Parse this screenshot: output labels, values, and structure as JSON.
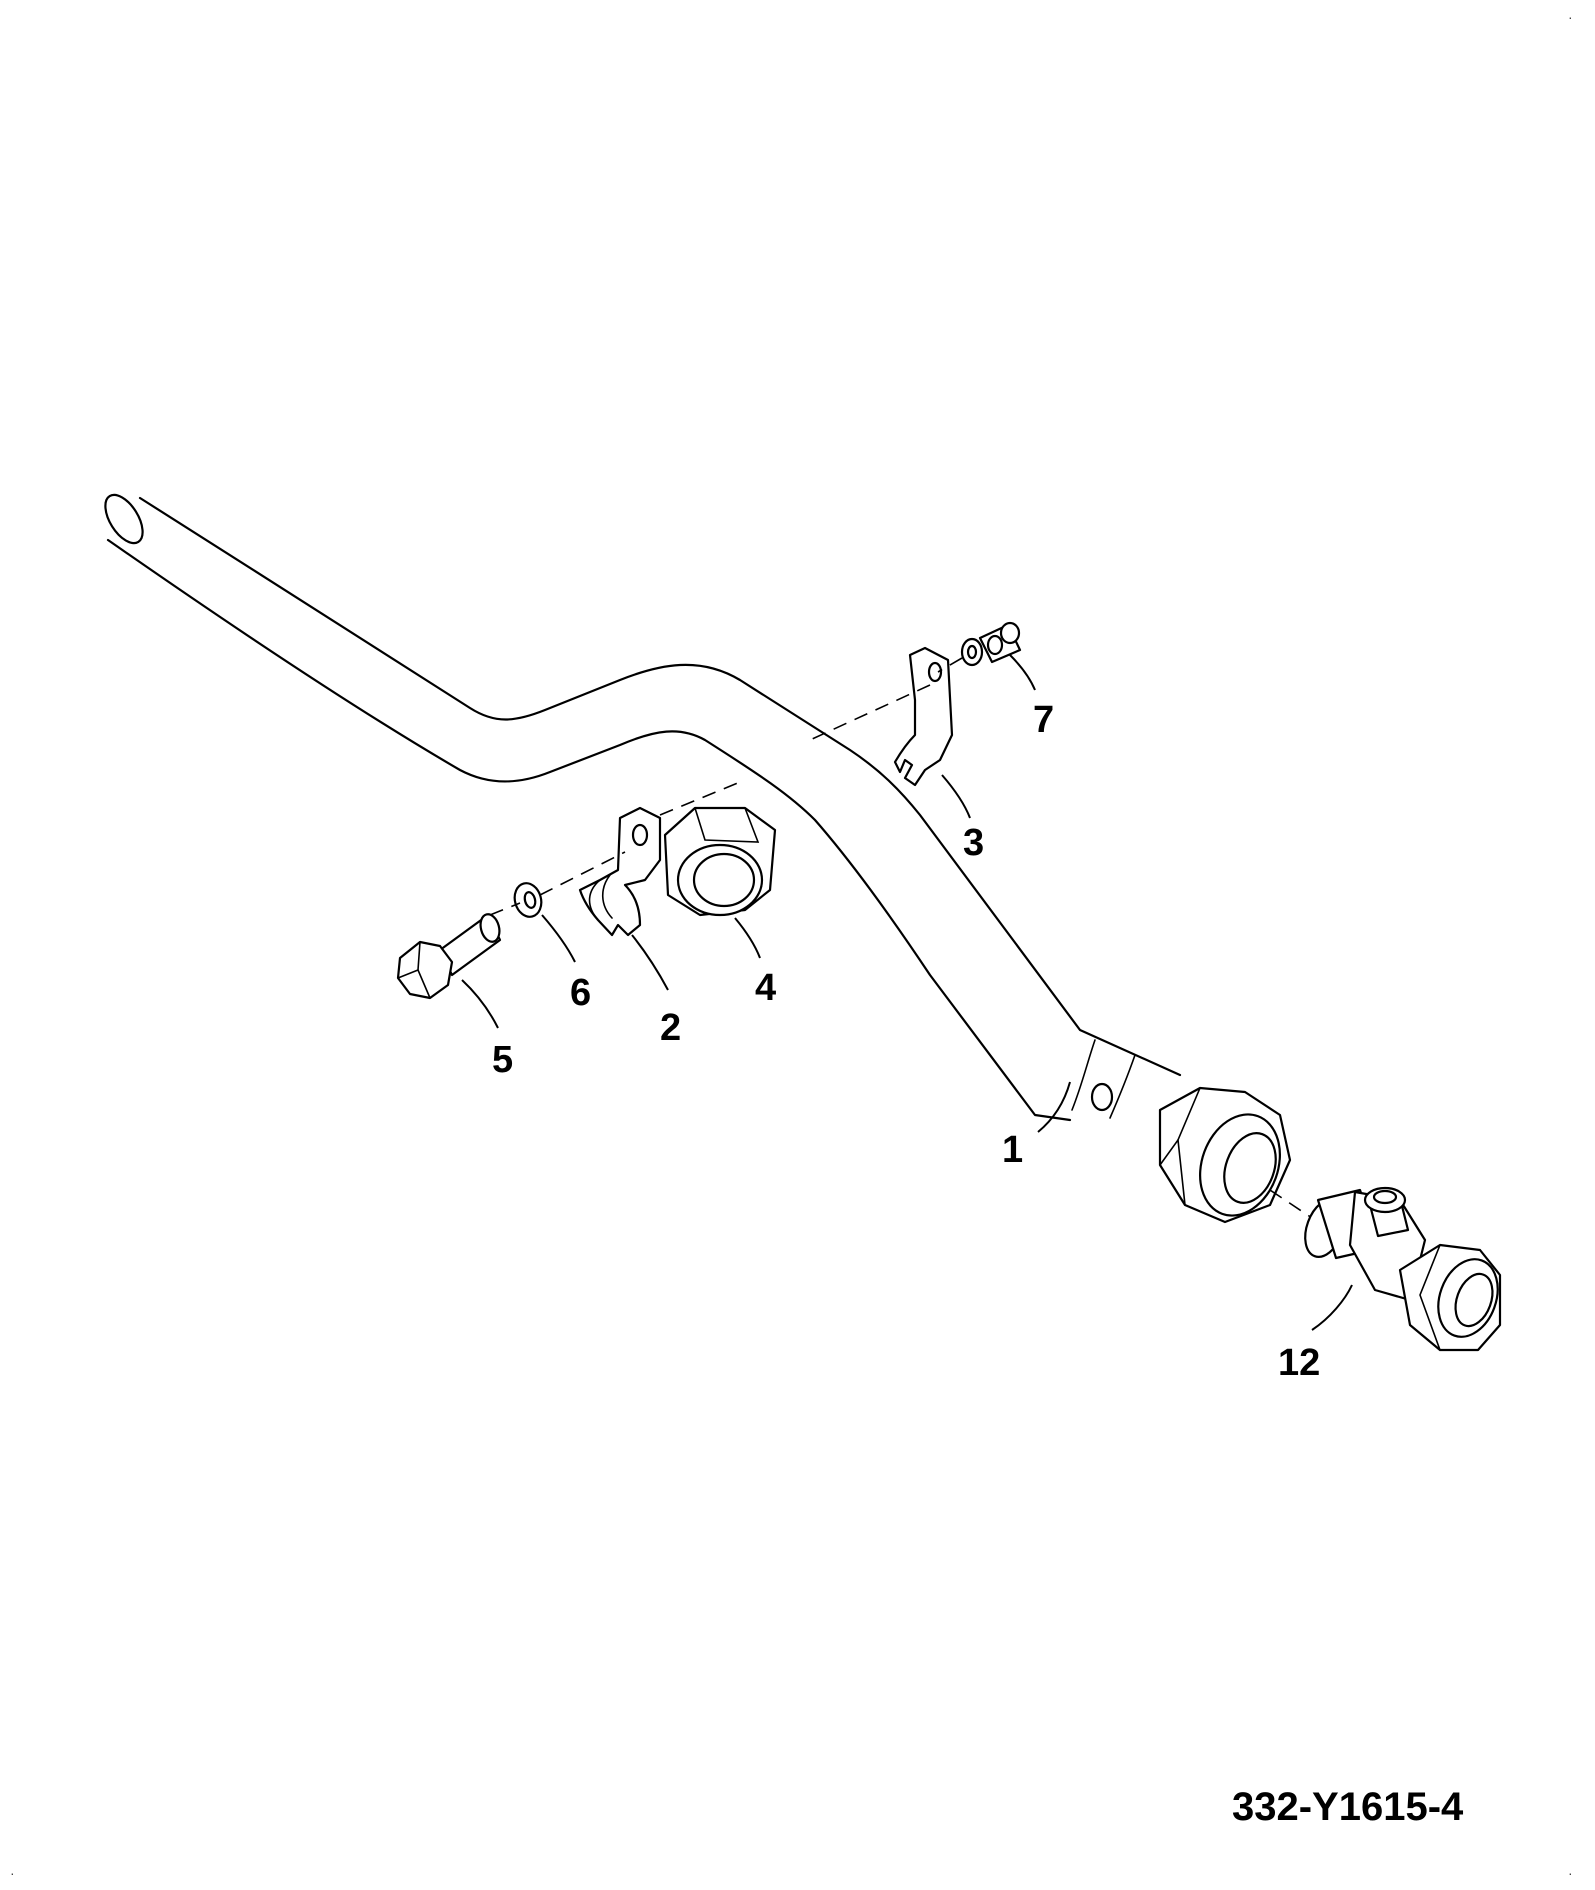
{
  "figure": {
    "drawing_number": "332-Y1615-4",
    "corner_marks": [
      "·",
      "·",
      "·"
    ]
  },
  "callouts": {
    "c1": "1",
    "c2": "2",
    "c3": "3",
    "c4": "4",
    "c5": "5",
    "c6": "6",
    "c7": "7",
    "c12": "12"
  },
  "colors": {
    "line": "#000000",
    "background": "#ffffff"
  }
}
